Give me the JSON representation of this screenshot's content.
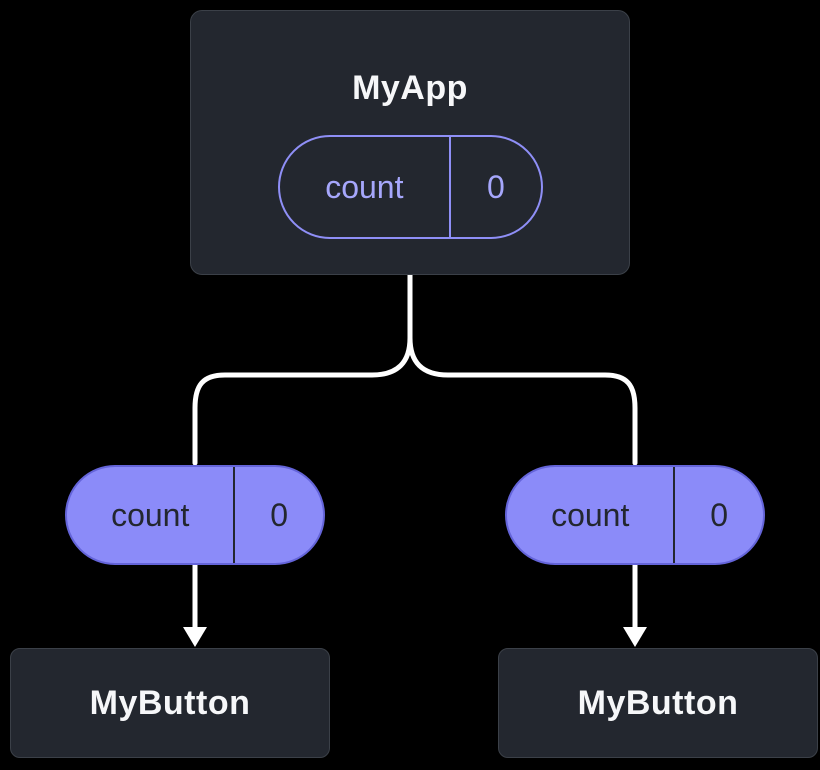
{
  "colors": {
    "background": "#000000",
    "node_background": "#23272f",
    "node_border": "#3b4048",
    "node_text": "#f6f7f9",
    "accent_purple": "#8b8bf9",
    "pill_solid_border": "#6464d9",
    "pill_outline_text": "#a6a7fc",
    "pill_dark_text": "#23272f",
    "connector": "#ffffff"
  },
  "diagram": {
    "root": {
      "title": "MyApp",
      "state": {
        "label": "count",
        "value": "0"
      }
    },
    "props": [
      {
        "label": "count",
        "value": "0"
      },
      {
        "label": "count",
        "value": "0"
      }
    ],
    "children": [
      {
        "title": "MyButton"
      },
      {
        "title": "MyButton"
      }
    ]
  }
}
